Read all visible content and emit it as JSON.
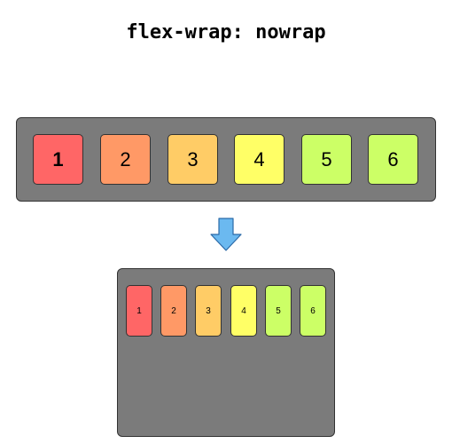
{
  "title": "flex-wrap: nowrap",
  "top_row": {
    "items": [
      {
        "label": "1",
        "color": "#ff6666"
      },
      {
        "label": "2",
        "color": "#ff9966"
      },
      {
        "label": "3",
        "color": "#ffcc66"
      },
      {
        "label": "4",
        "color": "#ffff66"
      },
      {
        "label": "5",
        "color": "#ccff66"
      },
      {
        "label": "6",
        "color": "#ccff66"
      }
    ]
  },
  "bottom_row": {
    "items": [
      {
        "label": "1",
        "color": "#ff6666"
      },
      {
        "label": "2",
        "color": "#ff9966"
      },
      {
        "label": "3",
        "color": "#ffcc66"
      },
      {
        "label": "4",
        "color": "#ffff66"
      },
      {
        "label": "5",
        "color": "#ccff66"
      },
      {
        "label": "6",
        "color": "#ccff66"
      }
    ]
  },
  "colors": {
    "container_bg": "#7b7b7b",
    "arrow_fill": "#6bb9f0",
    "arrow_stroke": "#2b6aa8"
  },
  "icons": {
    "arrow": "arrow-down-icon"
  }
}
